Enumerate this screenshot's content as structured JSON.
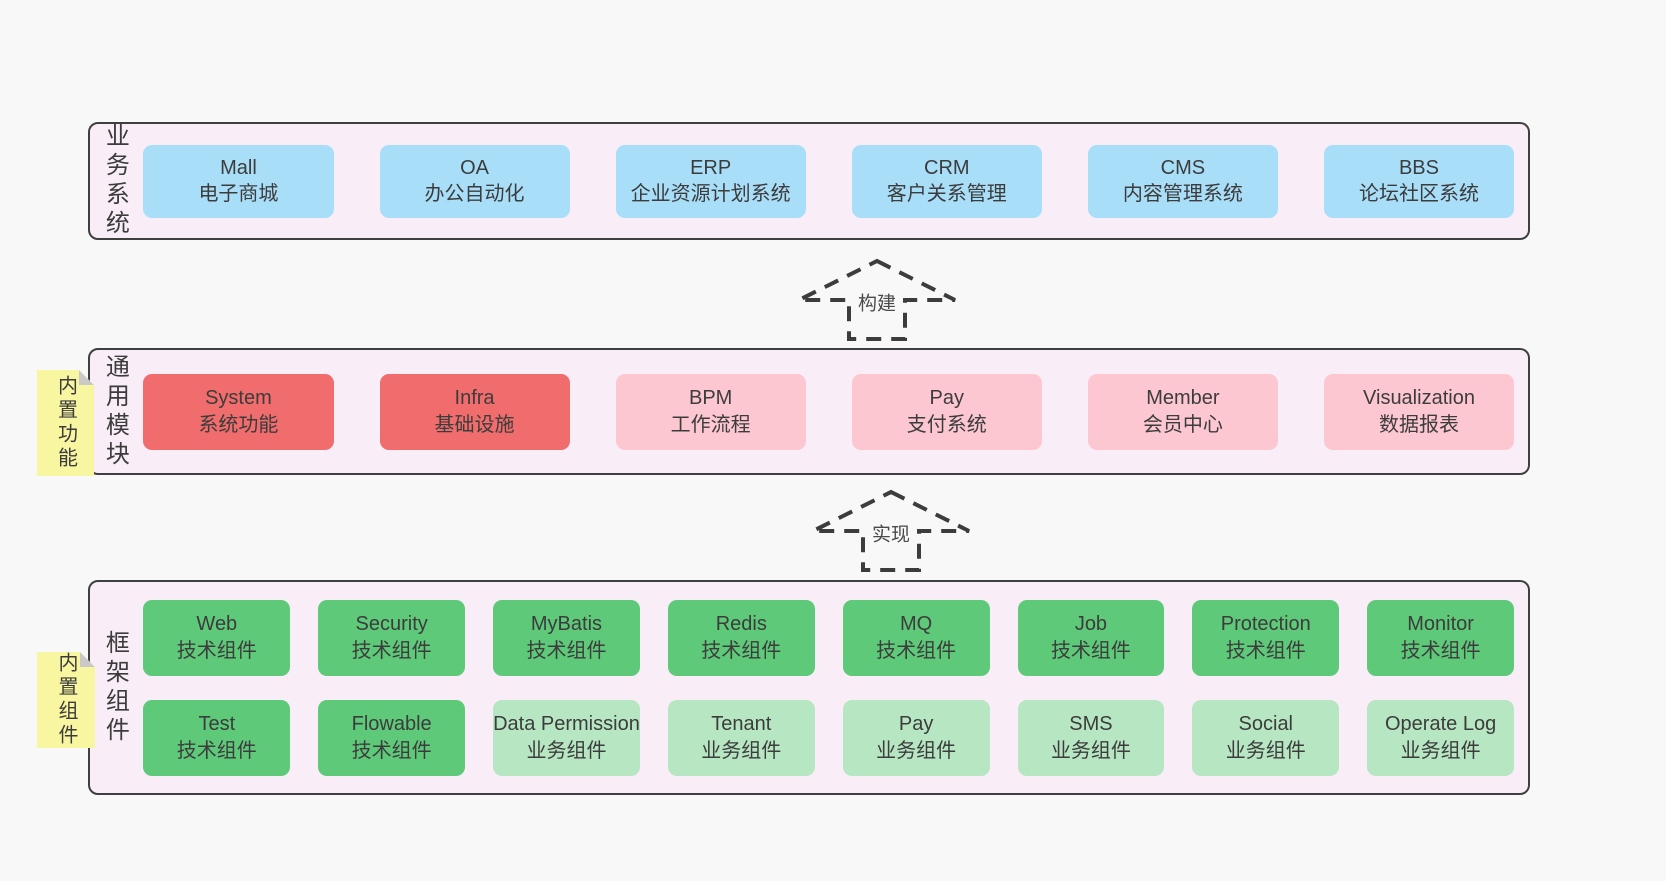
{
  "colors": {
    "page_bg": "#f8f8f8",
    "panel_bg": "#f9eef7",
    "panel_border": "#3f3f3f",
    "box_blue": "#a9def9",
    "box_red": "#f16c6c",
    "box_pink": "#fcc7d1",
    "box_green_dark": "#5fc97a",
    "box_green_light": "#b7e6c3",
    "note_yellow": "#f8f6a1",
    "note_fold_grey": "#c9c9c9",
    "text": "#3c3c3c"
  },
  "arrows": {
    "build": {
      "label": "构建"
    },
    "implement": {
      "label": "实现"
    }
  },
  "panels": {
    "business": {
      "label": "业务系统",
      "boxes": [
        {
          "name": "Mall",
          "desc": "电子商城"
        },
        {
          "name": "OA",
          "desc": "办公自动化"
        },
        {
          "name": "ERP",
          "desc": "企业资源计划系统"
        },
        {
          "name": "CRM",
          "desc": "客户关系管理"
        },
        {
          "name": "CMS",
          "desc": "内容管理系统"
        },
        {
          "name": "BBS",
          "desc": "论坛社区系统"
        }
      ]
    },
    "modules": {
      "label": "通用模块",
      "note": "内置功能",
      "boxes": [
        {
          "name": "System",
          "desc": "系统功能"
        },
        {
          "name": "Infra",
          "desc": "基础设施"
        },
        {
          "name": "BPM",
          "desc": "工作流程"
        },
        {
          "name": "Pay",
          "desc": "支付系统"
        },
        {
          "name": "Member",
          "desc": "会员中心"
        },
        {
          "name": "Visualization",
          "desc": "数据报表"
        }
      ]
    },
    "framework": {
      "label": "框架组件",
      "note": "内置组件",
      "rows": [
        [
          {
            "name": "Web",
            "desc": "技术组件"
          },
          {
            "name": "Security",
            "desc": "技术组件"
          },
          {
            "name": "MyBatis",
            "desc": "技术组件"
          },
          {
            "name": "Redis",
            "desc": "技术组件"
          },
          {
            "name": "MQ",
            "desc": "技术组件"
          },
          {
            "name": "Job",
            "desc": "技术组件"
          },
          {
            "name": "Protection",
            "desc": "技术组件"
          },
          {
            "name": "Monitor",
            "desc": "技术组件"
          }
        ],
        [
          {
            "name": "Test",
            "desc": "技术组件"
          },
          {
            "name": "Flowable",
            "desc": "技术组件"
          },
          {
            "name": "Data Permission",
            "desc": "业务组件"
          },
          {
            "name": "Tenant",
            "desc": "业务组件"
          },
          {
            "name": "Pay",
            "desc": "业务组件"
          },
          {
            "name": "SMS",
            "desc": "业务组件"
          },
          {
            "name": "Social",
            "desc": "业务组件"
          },
          {
            "name": "Operate Log",
            "desc": "业务组件"
          }
        ]
      ]
    }
  }
}
